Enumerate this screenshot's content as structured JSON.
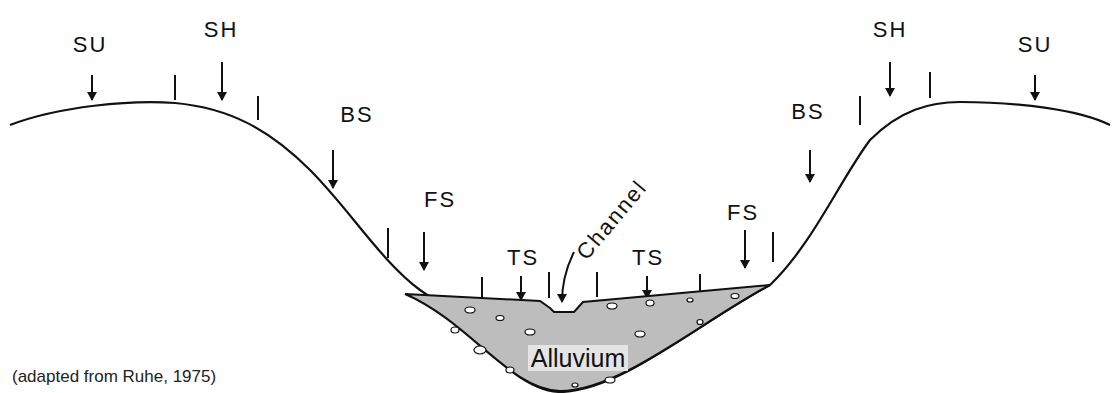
{
  "diagram": {
    "caption": "(adapted from Ruhe, 1975)",
    "nodes": [
      {
        "text": [
          "Alluvium"
        ]
      }
    ],
    "labels": [
      "SU",
      "SH",
      "BS",
      "FS",
      "TS",
      "Channel",
      "TS",
      "FS",
      "BS",
      "SH",
      "SU"
    ]
  }
}
